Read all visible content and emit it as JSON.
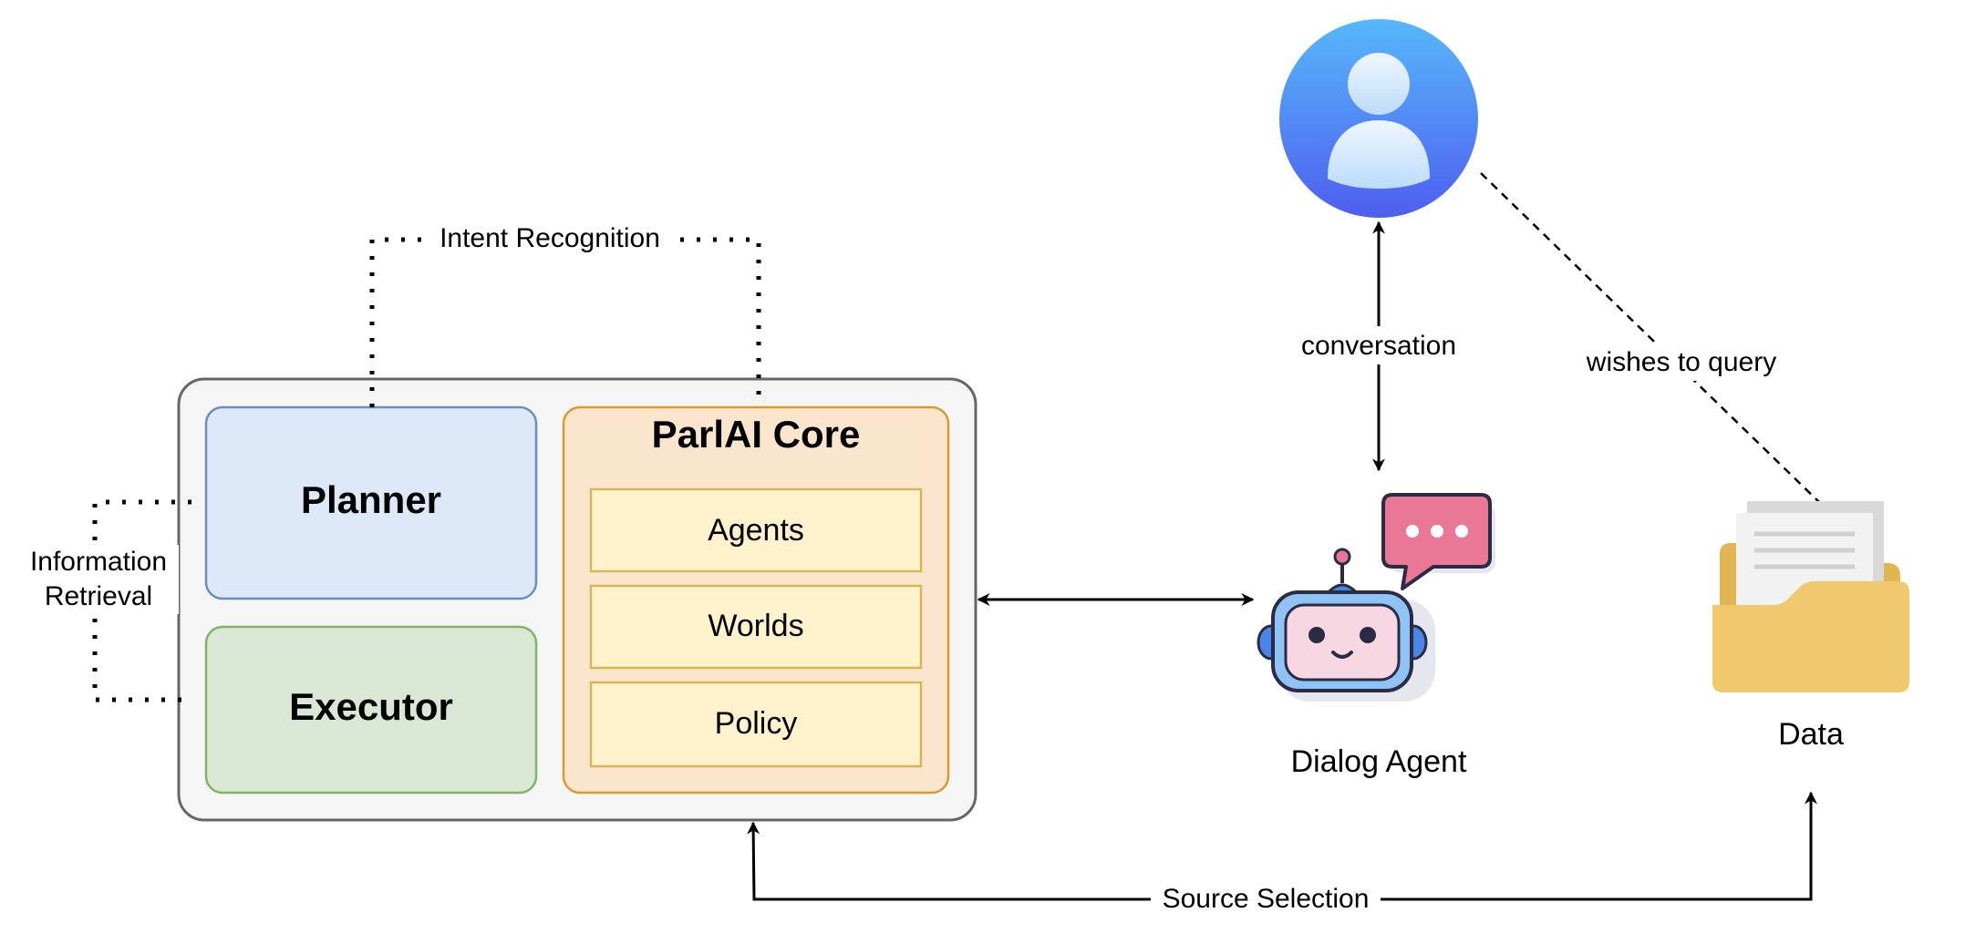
{
  "edges": {
    "intent": "Intent Recognition",
    "info_line1": "Information",
    "info_line2": "Retrieval",
    "conversation": "conversation",
    "wishes": "wishes to query",
    "source": "Source Selection"
  },
  "nodes": {
    "planner": "Planner",
    "executor": "Executor",
    "core_title": "ParlAI Core",
    "agents": "Agents",
    "worlds": "Worlds",
    "policy": "Policy",
    "dialog_agent": "Dialog Agent",
    "data": "Data"
  },
  "colors": {
    "outer_fill": "#f5f5f5",
    "outer_stroke": "#666666",
    "planner_fill": "#dde8f8",
    "planner_stroke": "#6c8ebf",
    "executor_fill": "#d9e8d4",
    "executor_stroke": "#82b366",
    "core_fill": "#fbe5cd",
    "core_stroke": "#d79b32",
    "sub_fill": "#fff2cc",
    "sub_stroke": "#d6b656",
    "user_gradient_top": "#57b8fb",
    "user_gradient_bottom": "#4e5ef0",
    "folder_fill": "#f0c96e",
    "speech_bubble": "#e97896",
    "robot_face": "#f7d8e2"
  },
  "icons": {
    "user": "user-avatar-icon",
    "robot": "robot-icon",
    "speech": "speech-bubble-icon",
    "folder": "folder-icon"
  }
}
